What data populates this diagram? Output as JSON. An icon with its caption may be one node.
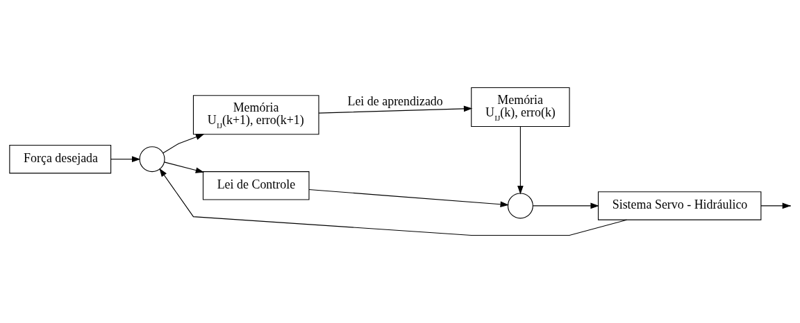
{
  "diagram": {
    "nodes": [
      {
        "text": [
          "Memória",
          "U$_{IJ}$(k+1), erro(k+1)"
        ]
      },
      {
        "text": [
          "Memória",
          "U$_{IJ}$(k), erro(k)"
        ]
      },
      {
        "text": [
          "Força desejada"
        ]
      },
      {
        "text": [],
        "shape": "circle"
      },
      {
        "text": [
          "Lei de Controle"
        ]
      },
      {
        "text": [],
        "shape": "circle"
      },
      {
        "text": [
          "Sistema Servo - Hidráulico"
        ]
      }
    ],
    "edges": [
      {
        "from": 2,
        "to": 3,
        "arrow": "to"
      },
      {
        "from": 3,
        "to": 0,
        "arrow": "to"
      },
      {
        "from": 0,
        "to": 1,
        "arrow": "to",
        "label": "Lei de aprendizado"
      },
      {
        "from": 1,
        "to": 5,
        "arrow": "to"
      },
      {
        "from": 3,
        "to": 4,
        "arrow": "to"
      },
      {
        "from": 4,
        "to": 5,
        "arrow": "to"
      },
      {
        "from": 5,
        "to": 6,
        "arrow": "to"
      },
      {
        "from": 6,
        "to": null,
        "arrow": "to"
      },
      {
        "from": 6,
        "to": 3,
        "arrow": "to"
      }
    ]
  }
}
